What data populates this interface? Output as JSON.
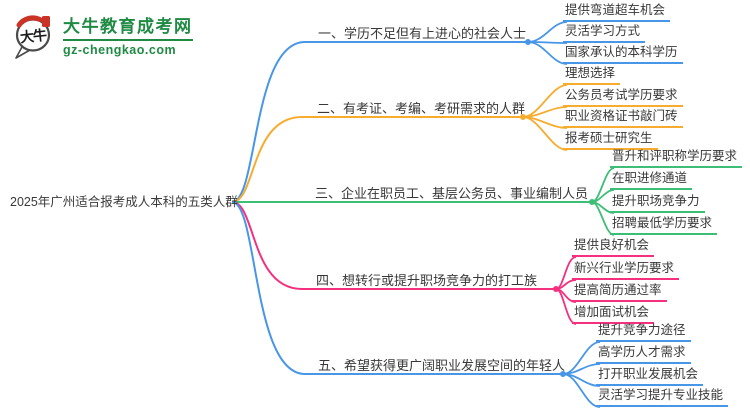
{
  "logo": {
    "icon_text": "大牛",
    "title": "大牛教育成考网",
    "domain": "gz-chengkao.com"
  },
  "center": {
    "title": "2025年广州适合报考成人本科的五类人群"
  },
  "palette": {
    "blue": "#4796E8",
    "orange": "#F7AC2F",
    "green": "#3DBE76",
    "pink": "#F5307E",
    "logo_green": "#1F8A44",
    "logo_red": "#CC3327",
    "text": "#383838"
  },
  "branches": [
    {
      "label": "一、学历不足但有上进心的社会人士",
      "color": "blue",
      "children": [
        "提供弯道超车机会",
        "灵活学习方式",
        "国家承认的本科学历"
      ]
    },
    {
      "label": "二、有考证、考编、考研需求的人群",
      "color": "orange",
      "children": [
        "理想选择",
        "公务员考试学历要求",
        "职业资格证书敲门砖",
        "报考硕士研究生"
      ]
    },
    {
      "label": "三、企业在职员工、基层公务员、事业编制人员",
      "color": "green",
      "children": [
        "晋升和评职称学历要求",
        "在职进修通道",
        "提升职场竞争力",
        "招聘最低学历要求"
      ]
    },
    {
      "label": "四、想转行或提升职场竞争力的打工族",
      "color": "pink",
      "children": [
        "提供良好机会",
        "新兴行业学历要求",
        "提高简历通过率",
        "增加面试机会"
      ]
    },
    {
      "label": "五、希望获得更广阔职业发展空间的年轻人",
      "color": "blue",
      "children": [
        "提升竞争力途径",
        "高学历人才需求",
        "打开职业发展机会",
        "灵活学习提升专业技能"
      ]
    }
  ]
}
